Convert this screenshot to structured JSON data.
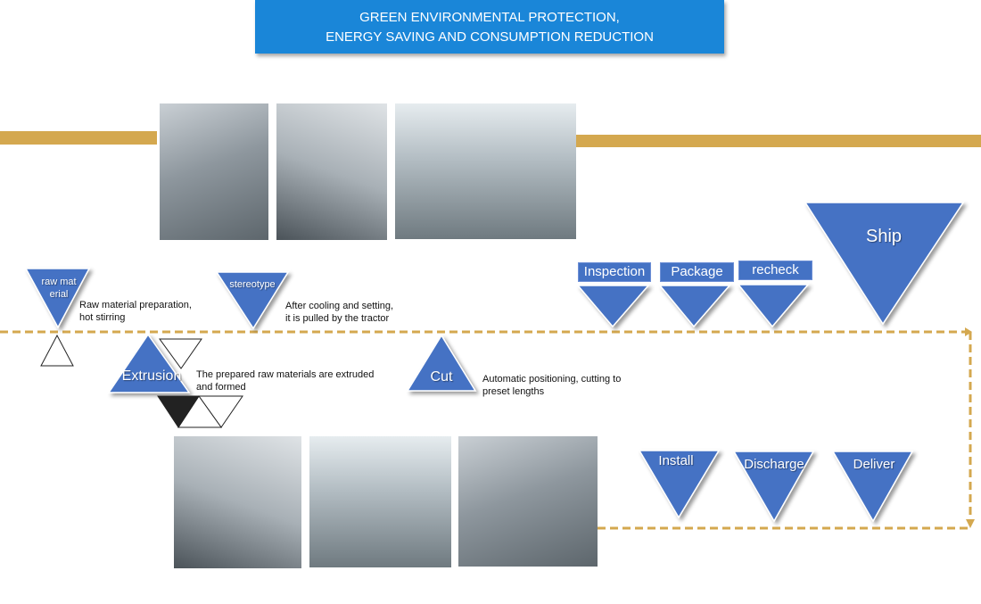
{
  "header": {
    "line1": "GREEN ENVIRONMENTAL PROTECTION,",
    "line2": "ENERGY SAVING AND CONSUMPTION REDUCTION"
  },
  "steps": {
    "raw_material": {
      "label1": "raw mat",
      "label2": "erial",
      "desc1": "Raw material preparation,",
      "desc2": "hot stirring"
    },
    "stereotype": {
      "label": "stereotype",
      "desc1": "After cooling and setting,",
      "desc2": "it is pulled by the tractor"
    },
    "extrusion": {
      "label": "Extrusion",
      "desc1": "The prepared raw materials are extruded",
      "desc2": "and formed"
    },
    "cut": {
      "label": "Cut",
      "desc1": "Automatic positioning, cutting to",
      "desc2": "preset lengths"
    },
    "inspection": {
      "label": "Inspection"
    },
    "package": {
      "label": "Package"
    },
    "recheck": {
      "label": "recheck"
    },
    "ship": {
      "label": "Ship"
    },
    "install": {
      "label": "Install"
    },
    "discharge": {
      "label": "Discharge"
    },
    "deliver": {
      "label": "Deliver"
    }
  },
  "colors": {
    "blue": "#4472c4",
    "header": "#1a86d8",
    "gold": "#d4a84f"
  }
}
